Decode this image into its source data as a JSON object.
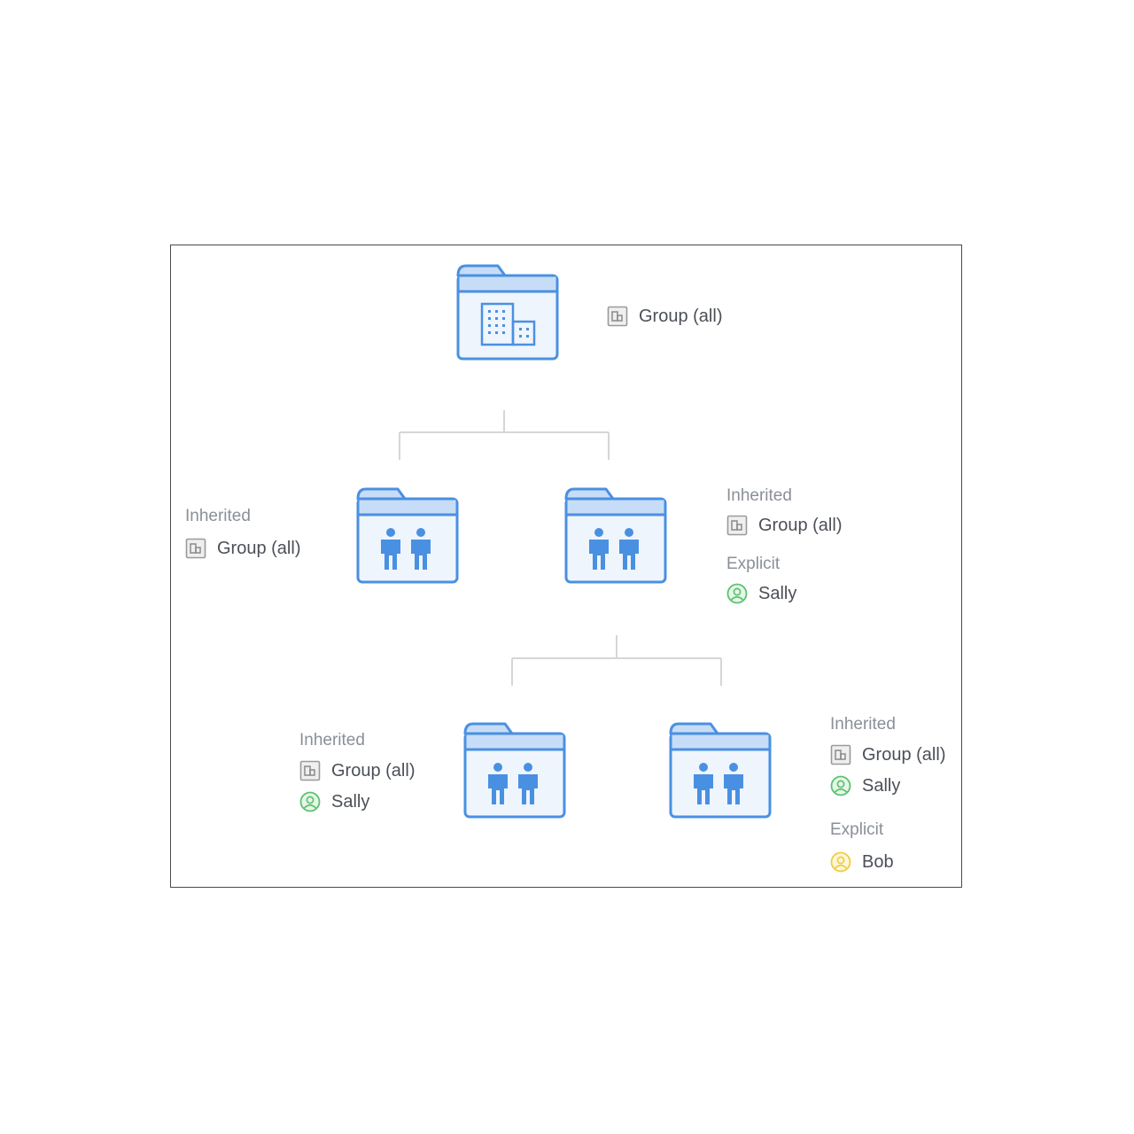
{
  "root": {
    "entries": [
      {
        "icon": "group-icon",
        "label": "Group (all)"
      }
    ]
  },
  "level1_left": {
    "heading": "Inherited",
    "entries": [
      {
        "icon": "group-icon",
        "label": "Group (all)"
      }
    ]
  },
  "level1_right": {
    "inherited_heading": "Inherited",
    "inherited": [
      {
        "icon": "group-icon",
        "label": "Group (all)"
      }
    ],
    "explicit_heading": "Explicit",
    "explicit": [
      {
        "icon": "user-icon",
        "label": "Sally",
        "color": "#5cc26e"
      }
    ]
  },
  "level2_left": {
    "heading": "Inherited",
    "entries": [
      {
        "icon": "group-icon",
        "label": "Group (all)"
      },
      {
        "icon": "user-icon",
        "label": "Sally",
        "color": "#5cc26e"
      }
    ]
  },
  "level2_right": {
    "inherited_heading": "Inherited",
    "inherited": [
      {
        "icon": "group-icon",
        "label": "Group (all)"
      },
      {
        "icon": "user-icon",
        "label": "Sally",
        "color": "#5cc26e"
      }
    ],
    "explicit_heading": "Explicit",
    "explicit": [
      {
        "icon": "user-icon",
        "label": "Bob",
        "color": "#f2cc3c"
      }
    ]
  },
  "colors": {
    "folder_stroke": "#4a90e2",
    "folder_fill": "#eef5fd",
    "folder_tab_fill": "#c7ddf7",
    "connector": "#d6d6d6",
    "user_sally": "#5cc26e",
    "user_bob": "#f2cc3c"
  }
}
